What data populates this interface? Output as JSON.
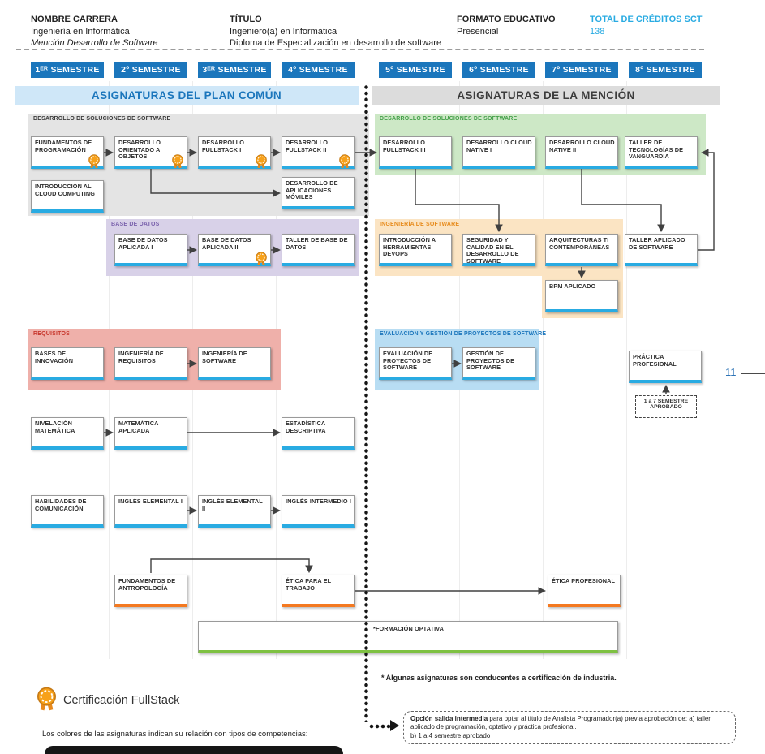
{
  "header": {
    "nombre_carrera_label": "NOMBRE CARRERA",
    "nombre_carrera": "Ingeniería en Informática",
    "mencion": "Mención Desarrollo de Software",
    "titulo_label": "TÍTULO",
    "titulo": "Ingeniero(a) en Informática",
    "diploma": "Diploma de Especialización en desarrollo de software",
    "formato_label": "FORMATO EDUCATIVO",
    "formato": "Presencial",
    "creditos_label": "TOTAL DE CRÉDITOS SCT",
    "creditos": "138"
  },
  "semesters": [
    "1ᴱᴿ SEMESTRE",
    "2º SEMESTRE",
    "3ᴱᴿ SEMESTRE",
    "4º SEMESTRE",
    "5º SEMESTRE",
    "6º SEMESTRE",
    "7º SEMESTRE",
    "8º SEMESTRE"
  ],
  "bands": {
    "plan_comun": "ASIGNATURAS DEL PLAN COMÚN",
    "mencion": "ASIGNATURAS DE LA MENCIÓN"
  },
  "groups": {
    "desarrollo_comun": "DESARROLLO DE SOLUCIONES DE SOFTWARE",
    "desarrollo_mencion": "DESARROLLO DE SOLUCIONES DE SOFTWARE",
    "base_datos": "BASE DE DATOS",
    "ingenieria_software": "INGENIERÍA DE SOFTWARE",
    "requisitos": "REQUISITOS",
    "evaluacion_gestion": "EVALUACIÓN Y GESTIÓN DE PROYECTOS DE SOFTWARE"
  },
  "courses": {
    "fund_prog": "FUNDAMENTOS DE PROGRAMACIÓN",
    "des_oo": "DESARROLLO ORIENTADO A OBJETOS",
    "fs1": "DESARROLLO FULLSTACK I",
    "fs2": "DESARROLLO FULLSTACK II",
    "intro_cloud": "INTRODUCCIÓN AL CLOUD COMPUTING",
    "apps_moviles": "DESARROLLO DE APLICACIONES MÓVILES",
    "fs3": "DESARROLLO FULLSTACK III",
    "cn1": "DESARROLLO CLOUD NATIVE I",
    "cn2": "DESARROLLO CLOUD NATIVE II",
    "taller_tec": "TALLER DE TECNOLOGÍAS DE VANGUARDIA",
    "bd1": "BASE DE DATOS APLICADA I",
    "bd2": "BASE DE DATOS APLICADA II",
    "taller_bd": "TALLER DE BASE DE DATOS",
    "devops": "INTRODUCCIÓN A HERRAMIENTAS DEVOPS",
    "seguridad": "SEGURIDAD Y CALIDAD EN EL DESARROLLO DE SOFTWARE",
    "arquitecturas": "ARQUITECTURAS TI CONTEMPORÁNEAS",
    "taller_aplicado": "TALLER APLICADO DE SOFTWARE",
    "bpm": "BPM APLICADO",
    "bases_innov": "BASES DE INNOVACIÓN",
    "ing_req": "INGENIERÍA DE REQUISITOS",
    "ing_soft": "INGENIERÍA DE SOFTWARE",
    "eval_proy": "EVALUACIÓN DE PROYECTOS DE SOFTWARE",
    "gestion_proy": "GESTIÓN DE PROYECTOS DE SOFTWARE",
    "practica": "PRÁCTICA PROFESIONAL",
    "nivelacion": "NIVELACIÓN MATEMÁTICA",
    "mat_aplicada": "MATEMÁTICA APLICADA",
    "estadistica": "ESTADÍSTICA DESCRIPTIVA",
    "habilidades": "HABILIDADES DE COMUNICACIÓN",
    "ingles1": "INGLÉS ELEMENTAL I",
    "ingles2": "INGLÉS ELEMENTAL II",
    "ingles3": "INGLÉS INTERMEDIO I",
    "antropologia": "FUNDAMENTOS DE ANTROPOLOGÍA",
    "etica_trabajo": "ÉTICA PARA EL TRABAJO",
    "etica_prof": "ÉTICA PROFESIONAL",
    "optativa": "*FORMACIÓN OPTATIVA"
  },
  "notes": {
    "aprobado": "1 a 7 SEMESTRE APROBADO",
    "cert_legend": "Certificación FullStack",
    "cert_note": "* Algunas asignaturas son conducentes a certificación de industria.",
    "colors_note": "Los colores de las asignaturas indican su relación con tipos de competencias:",
    "salida_bold": "Opción salida intermedia",
    "salida_text": " para optar al título de Analista Programador(a) previa aprobación de: a) taller aplicado  de programación, optativo  y práctica profesional.",
    "salida_line2": "b) 1 a 4 semestre aprobado"
  },
  "page": {
    "number": "11"
  },
  "colors": {
    "semester_header": "#1b76bc",
    "accent_cyan": "#29abe2",
    "accent_orange": "#f47920",
    "accent_green": "#7ec142",
    "group_gray": "#e4e4e4",
    "group_green": "#cde8c6",
    "group_purple": "#d8d1e8",
    "group_orange": "#fbe4c3",
    "group_red": "#efb0aa",
    "group_blue": "#b8ddf3"
  }
}
